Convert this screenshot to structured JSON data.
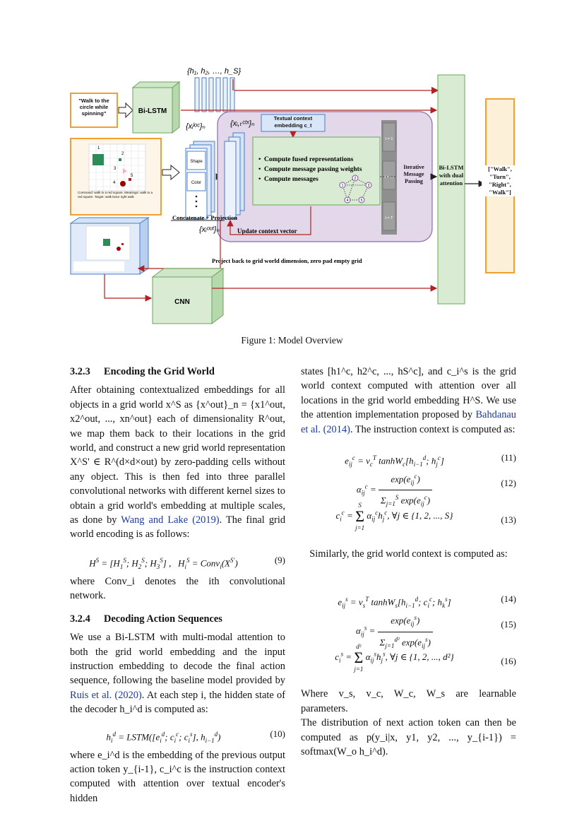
{
  "figure": {
    "hidden_states": "{h₁, h₂, …, h_S}",
    "instruction_text": "\"Walk to the circle while spinning\"",
    "bilstm_label": "Bi-LSTM",
    "xloc_label": "{xᵢˡᵒᶜ}ₙ",
    "xctx_label": "{xᵢ,ₜᶜᵗˣ}ₙ",
    "textual_context_label": "Textual context embedding c_t",
    "shape_label": "Shape",
    "color_label": "Color",
    "bullet_items": [
      "Compute fused representations",
      "Compute message passing weights",
      "Compute messages"
    ],
    "time_labels": [
      "t = 1",
      "t = ...",
      "t = T"
    ],
    "iterative_label": "Iterative Message Passing",
    "concat_label": "Concatenate + Projection",
    "xout_label": "{xᵢᵒᵘᵗ}ₙ",
    "update_label": "Update context vector",
    "project_label": "Project back to grid world dimension, zero pad empty grid",
    "cnn_label": "CNN",
    "decoder_label": "Bi-LSTM with dual attention",
    "output_label": "[\"Walk\", \"Turn\", \"Right\", \"Walk\"]",
    "grid_numbers": [
      "1",
      "2",
      "3",
      "4",
      "5"
    ],
    "grid_caption": "Command: walk to a red square. Meanings: walk to a red square. Target: walk twice right walk",
    "graph_nodes": [
      "1",
      "2",
      "3",
      "4",
      "5"
    ]
  },
  "caption": "Figure 1: Model Overview",
  "left": {
    "s1_num": "3.2.3",
    "s1_title": "Encoding the Grid World",
    "s1_text": "After obtaining contextualized embeddings for all objects in a grid world x^S as {x^out}_n = {x1^out, x2^out, ..., xn^out} each of dimensionality R^out, we map them back to their locations in the grid world, and construct a new grid world representation X^S' ∈ R^(d×d×out) by zero-padding cells without any object. This is then fed into three parallel convolutional networks with different kernel sizes to obtain a grid world's embedding at multiple scales, as done by",
    "s1_cite": "Wang and Lake (2019)",
    "s1_text2": ". The final grid world encoding is as follows:",
    "eq9_no": "(9)",
    "after9": "where Conv_i denotes the ith convolutional network.",
    "s2_num": "3.2.4",
    "s2_title": "Decoding Action Sequences",
    "s2_text": "We use a Bi-LSTM with multi-modal attention to both the grid world embedding and the input instruction embedding to decode the final action sequence, following the baseline model provided by",
    "s2_cite": "Ruis et al. (2020)",
    "s2_text2": ". At each step i, the hidden state of the decoder h_i^d is computed as:",
    "eq10_no": "(10)",
    "after10": "where e_i^d is the embedding of the previous output action token y_{i-1}, c_i^c is the instruction context computed with attention over textual encoder's hidden"
  },
  "right": {
    "p1": "states [h1^c, h2^c, ..., hS^c], and c_i^s is the grid world context computed with attention over all locations in the grid world embedding H^S. We use the attention implementation proposed by",
    "p1_cite": "Bahdanau et al. (2014)",
    "p1_end": ". The instruction context is computed as:",
    "eq11_no": "(11)",
    "eq12_no": "(12)",
    "eq13_no": "(13)",
    "similarly": "Similarly, the grid world context is computed as:",
    "eq14_no": "(14)",
    "eq15_no": "(15)",
    "eq16_no": "(16)",
    "where_line": "Where v_s, v_c, W_c, W_s are learnable parameters.",
    "dist_line": "The distribution of next action token can then be computed as p(y_i|x, y1, y2, ..., y_{i-1}) = softmax(W_o h_i^d)."
  }
}
